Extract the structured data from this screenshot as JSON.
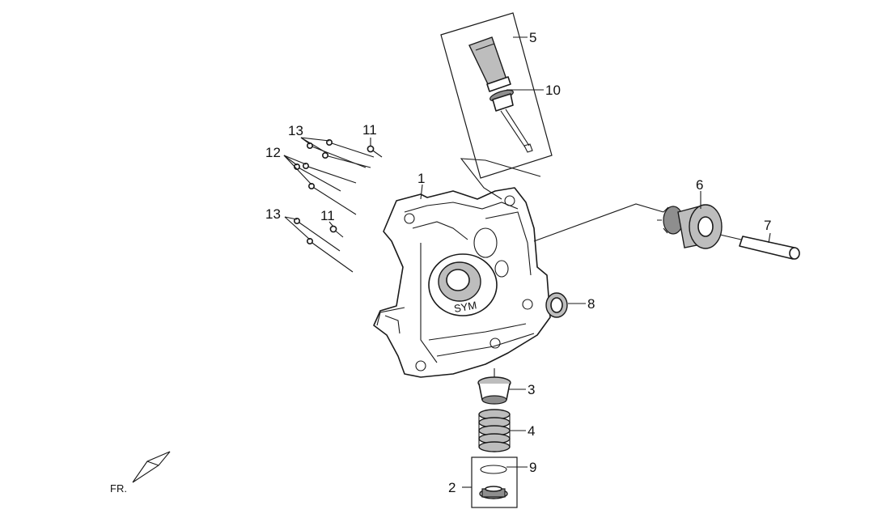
{
  "callouts": {
    "c1": "1",
    "c2": "2",
    "c3": "3",
    "c4": "4",
    "c5": "5",
    "c6": "6",
    "c7": "7",
    "c8": "8",
    "c9": "9",
    "c10": "10",
    "c11_top": "11",
    "c11_bottom": "11",
    "c12": "12",
    "c13_top": "13",
    "c13_bottom": "13"
  },
  "direction_indicator": "FR.",
  "casting_mark": "SYM",
  "colors": {
    "line": "#1a1a1a",
    "background": "#ffffff"
  }
}
